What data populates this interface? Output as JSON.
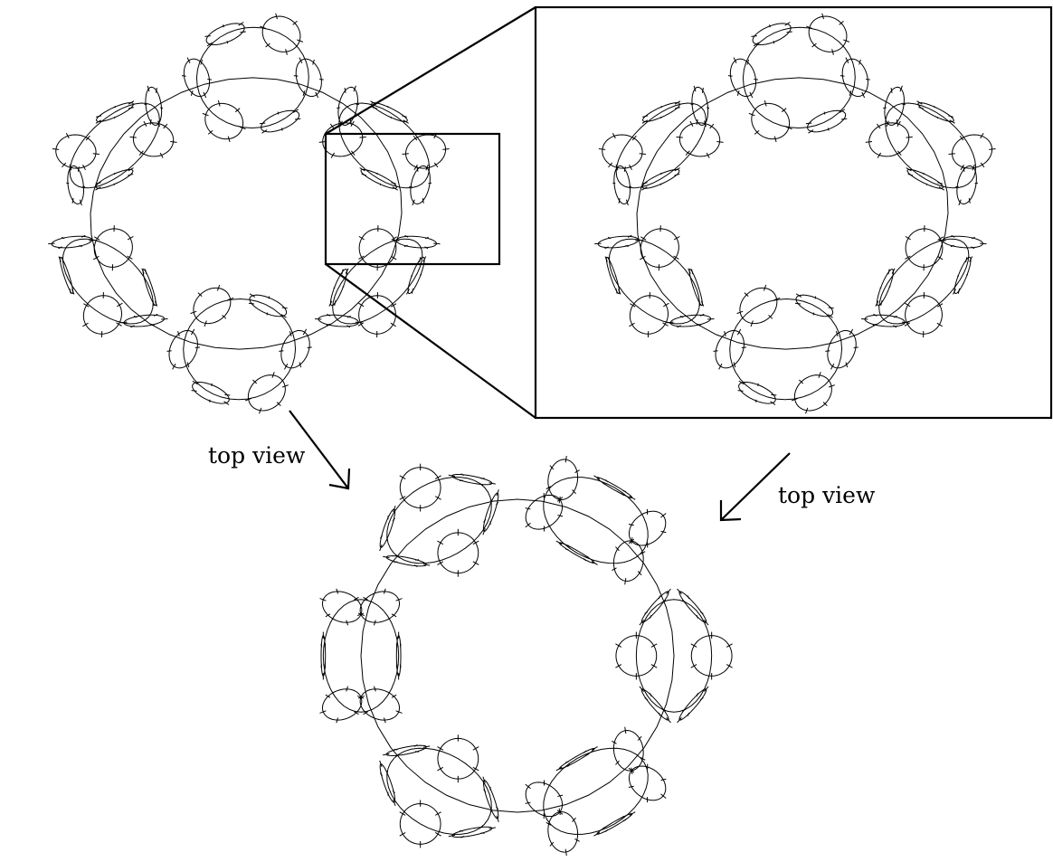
{
  "labels": {
    "top_view_left": "top view",
    "top_view_right": "top view"
  },
  "colors": {
    "stroke": "#000000",
    "background": "#ffffff"
  },
  "structure": {
    "arm_count": 6,
    "levels": 3,
    "views": [
      "perspective",
      "zoomed-perspective",
      "top-view"
    ]
  }
}
